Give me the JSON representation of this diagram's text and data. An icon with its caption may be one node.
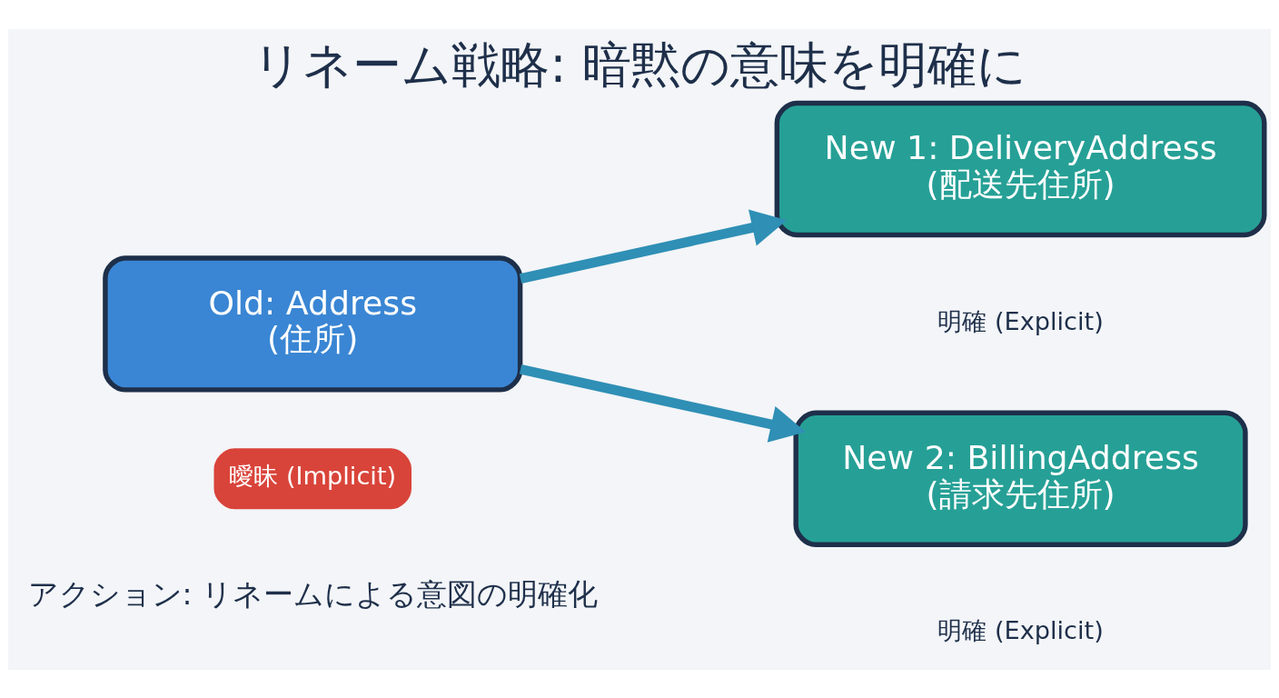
{
  "diagram": {
    "title": "リネーム戦略: 暗黙の意味を明確に",
    "nodes": [
      {
        "text": [
          "Old: Address",
          "(住所)"
        ],
        "beside": [
          "曖昧 (Implicit)"
        ]
      },
      {
        "text": [
          "New 1: DeliveryAddress",
          "(配送先住所)"
        ],
        "beside": [
          "明確 (Explicit)"
        ]
      },
      {
        "text": [
          "New 2: BillingAddress",
          "(請求先住所)"
        ],
        "beside": [
          "明確 (Explicit)"
        ]
      }
    ],
    "edges": [
      {
        "from": 0,
        "to": 1,
        "arrow": "to"
      },
      {
        "from": 0,
        "to": 2,
        "arrow": "to"
      }
    ],
    "labels": [
      "アクション: リネームによる意図の明確化"
    ]
  }
}
